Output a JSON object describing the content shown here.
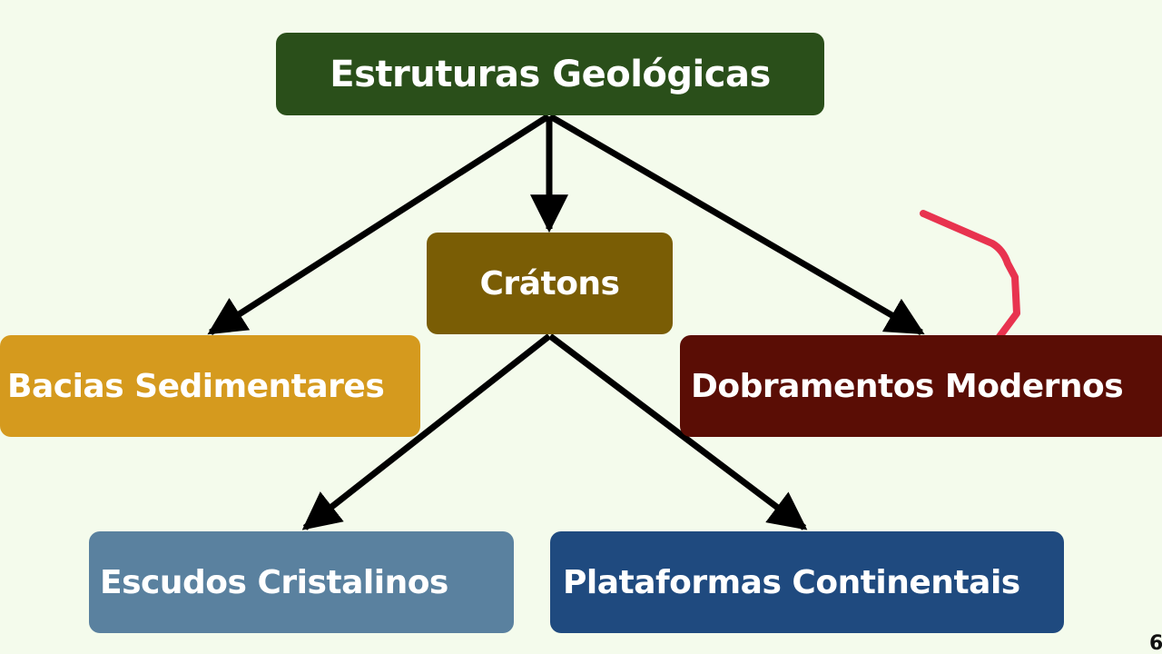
{
  "diagram": {
    "nodes": {
      "root": {
        "label": "Estruturas Geológicas",
        "color": "#2a4f1a"
      },
      "cratons": {
        "label": "Crátons",
        "color": "#7a5d05"
      },
      "bacias": {
        "label": "Bacias Sedimentares",
        "color": "#d59a1e"
      },
      "dobramentos": {
        "label": "Dobramentos Modernos",
        "color": "#5a0d05"
      },
      "escudos": {
        "label": "Escudos Cristalinos",
        "color": "#5a819f"
      },
      "plataformas": {
        "label": "Plataformas Continentais",
        "color": "#1f4a7f"
      }
    },
    "edges": [
      {
        "from": "root",
        "to": "bacias"
      },
      {
        "from": "root",
        "to": "cratons"
      },
      {
        "from": "root",
        "to": "dobramentos"
      },
      {
        "from": "cratons",
        "to": "escudos"
      },
      {
        "from": "cratons",
        "to": "plataformas"
      }
    ],
    "annotation_color": "#e8334f"
  },
  "page_number": "6"
}
